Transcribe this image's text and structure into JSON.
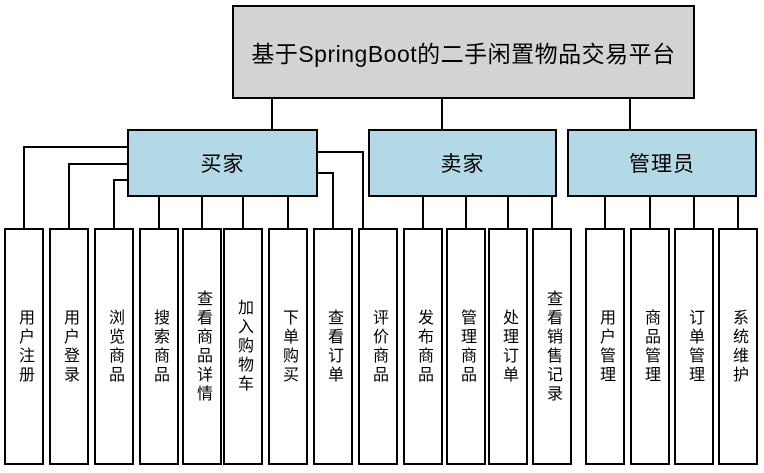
{
  "title": "基于SpringBoot的二手闲置物品交易平台",
  "groups": [
    {
      "id": "buyer",
      "label": "买家",
      "leaves": [
        "用户注册",
        "用户登录",
        "浏览商品",
        "搜索商品",
        "查看商品详情",
        "加入购物车",
        "下单购买",
        "查看订单",
        "评价商品"
      ]
    },
    {
      "id": "seller",
      "label": "卖家",
      "leaves": [
        "发布商品",
        "管理商品",
        "处理订单",
        "查看销售记录"
      ]
    },
    {
      "id": "admin",
      "label": "管理员",
      "leaves": [
        "用户管理",
        "商品管理",
        "订单管理",
        "系统维护"
      ]
    }
  ],
  "colors": {
    "root_fill": "#d3d3d3",
    "group_fill": "#b3d8e6",
    "leaf_fill": "#ffffff",
    "border": "#000000",
    "connector": "#000000"
  }
}
